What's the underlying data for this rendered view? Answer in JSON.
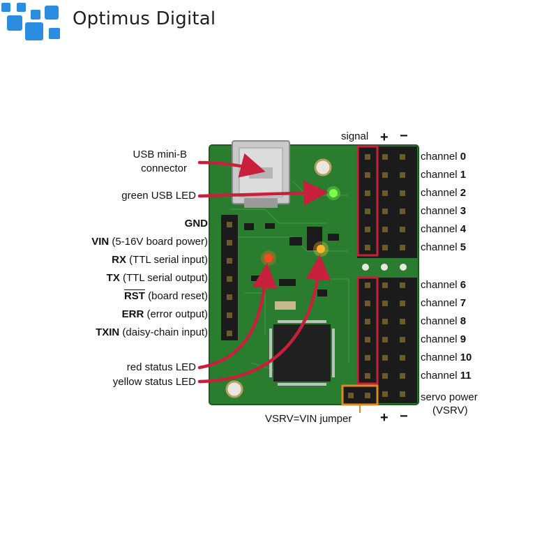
{
  "brand": {
    "name": "Optimus Digital",
    "logo_color": "#2b8de0"
  },
  "colors": {
    "pcb": "#2a7d2e",
    "pcb_dark": "#1f6222",
    "arrow": "#c8203c",
    "signal_box": "#c8203c",
    "jumper_box": "#e08a1e",
    "header_pin": "#1b1b1b"
  },
  "header_top": {
    "signal": "signal",
    "plus": "+",
    "minus": "−"
  },
  "left_labels": [
    {
      "bold": "GND",
      "rest": ""
    },
    {
      "bold": "VIN",
      "rest": " (5-16V board power)"
    },
    {
      "bold": "RX",
      "rest": " (TTL serial input)"
    },
    {
      "bold": "TX",
      "rest": " (TTL serial output)"
    },
    {
      "bold": "RST",
      "rest": " (board reset)"
    },
    {
      "bold": "ERR",
      "rest": " (error output)"
    },
    {
      "bold": "TXIN",
      "rest": " (daisy-chain input)"
    }
  ],
  "callouts": {
    "usb_line1": "USB mini-B",
    "usb_line2": "connector",
    "green_led": "green USB LED",
    "red_led": "red status LED",
    "yellow_led": "yellow status LED",
    "jumper": "VSRV=VIN jumper"
  },
  "channels": [
    {
      "prefix": "channel ",
      "num": "0"
    },
    {
      "prefix": "channel ",
      "num": "1"
    },
    {
      "prefix": "channel ",
      "num": "2"
    },
    {
      "prefix": "channel ",
      "num": "3"
    },
    {
      "prefix": "channel ",
      "num": "4"
    },
    {
      "prefix": "channel ",
      "num": "5"
    },
    {
      "prefix": "channel ",
      "num": "6"
    },
    {
      "prefix": "channel ",
      "num": "7"
    },
    {
      "prefix": "channel ",
      "num": "8"
    },
    {
      "prefix": "channel ",
      "num": "9"
    },
    {
      "prefix": "channel ",
      "num": "10"
    },
    {
      "prefix": "channel ",
      "num": "11"
    }
  ],
  "servo_power": {
    "line1": "servo power",
    "line2": "(VSRV)"
  },
  "footer_symbols": {
    "plus": "+",
    "minus": "−"
  }
}
